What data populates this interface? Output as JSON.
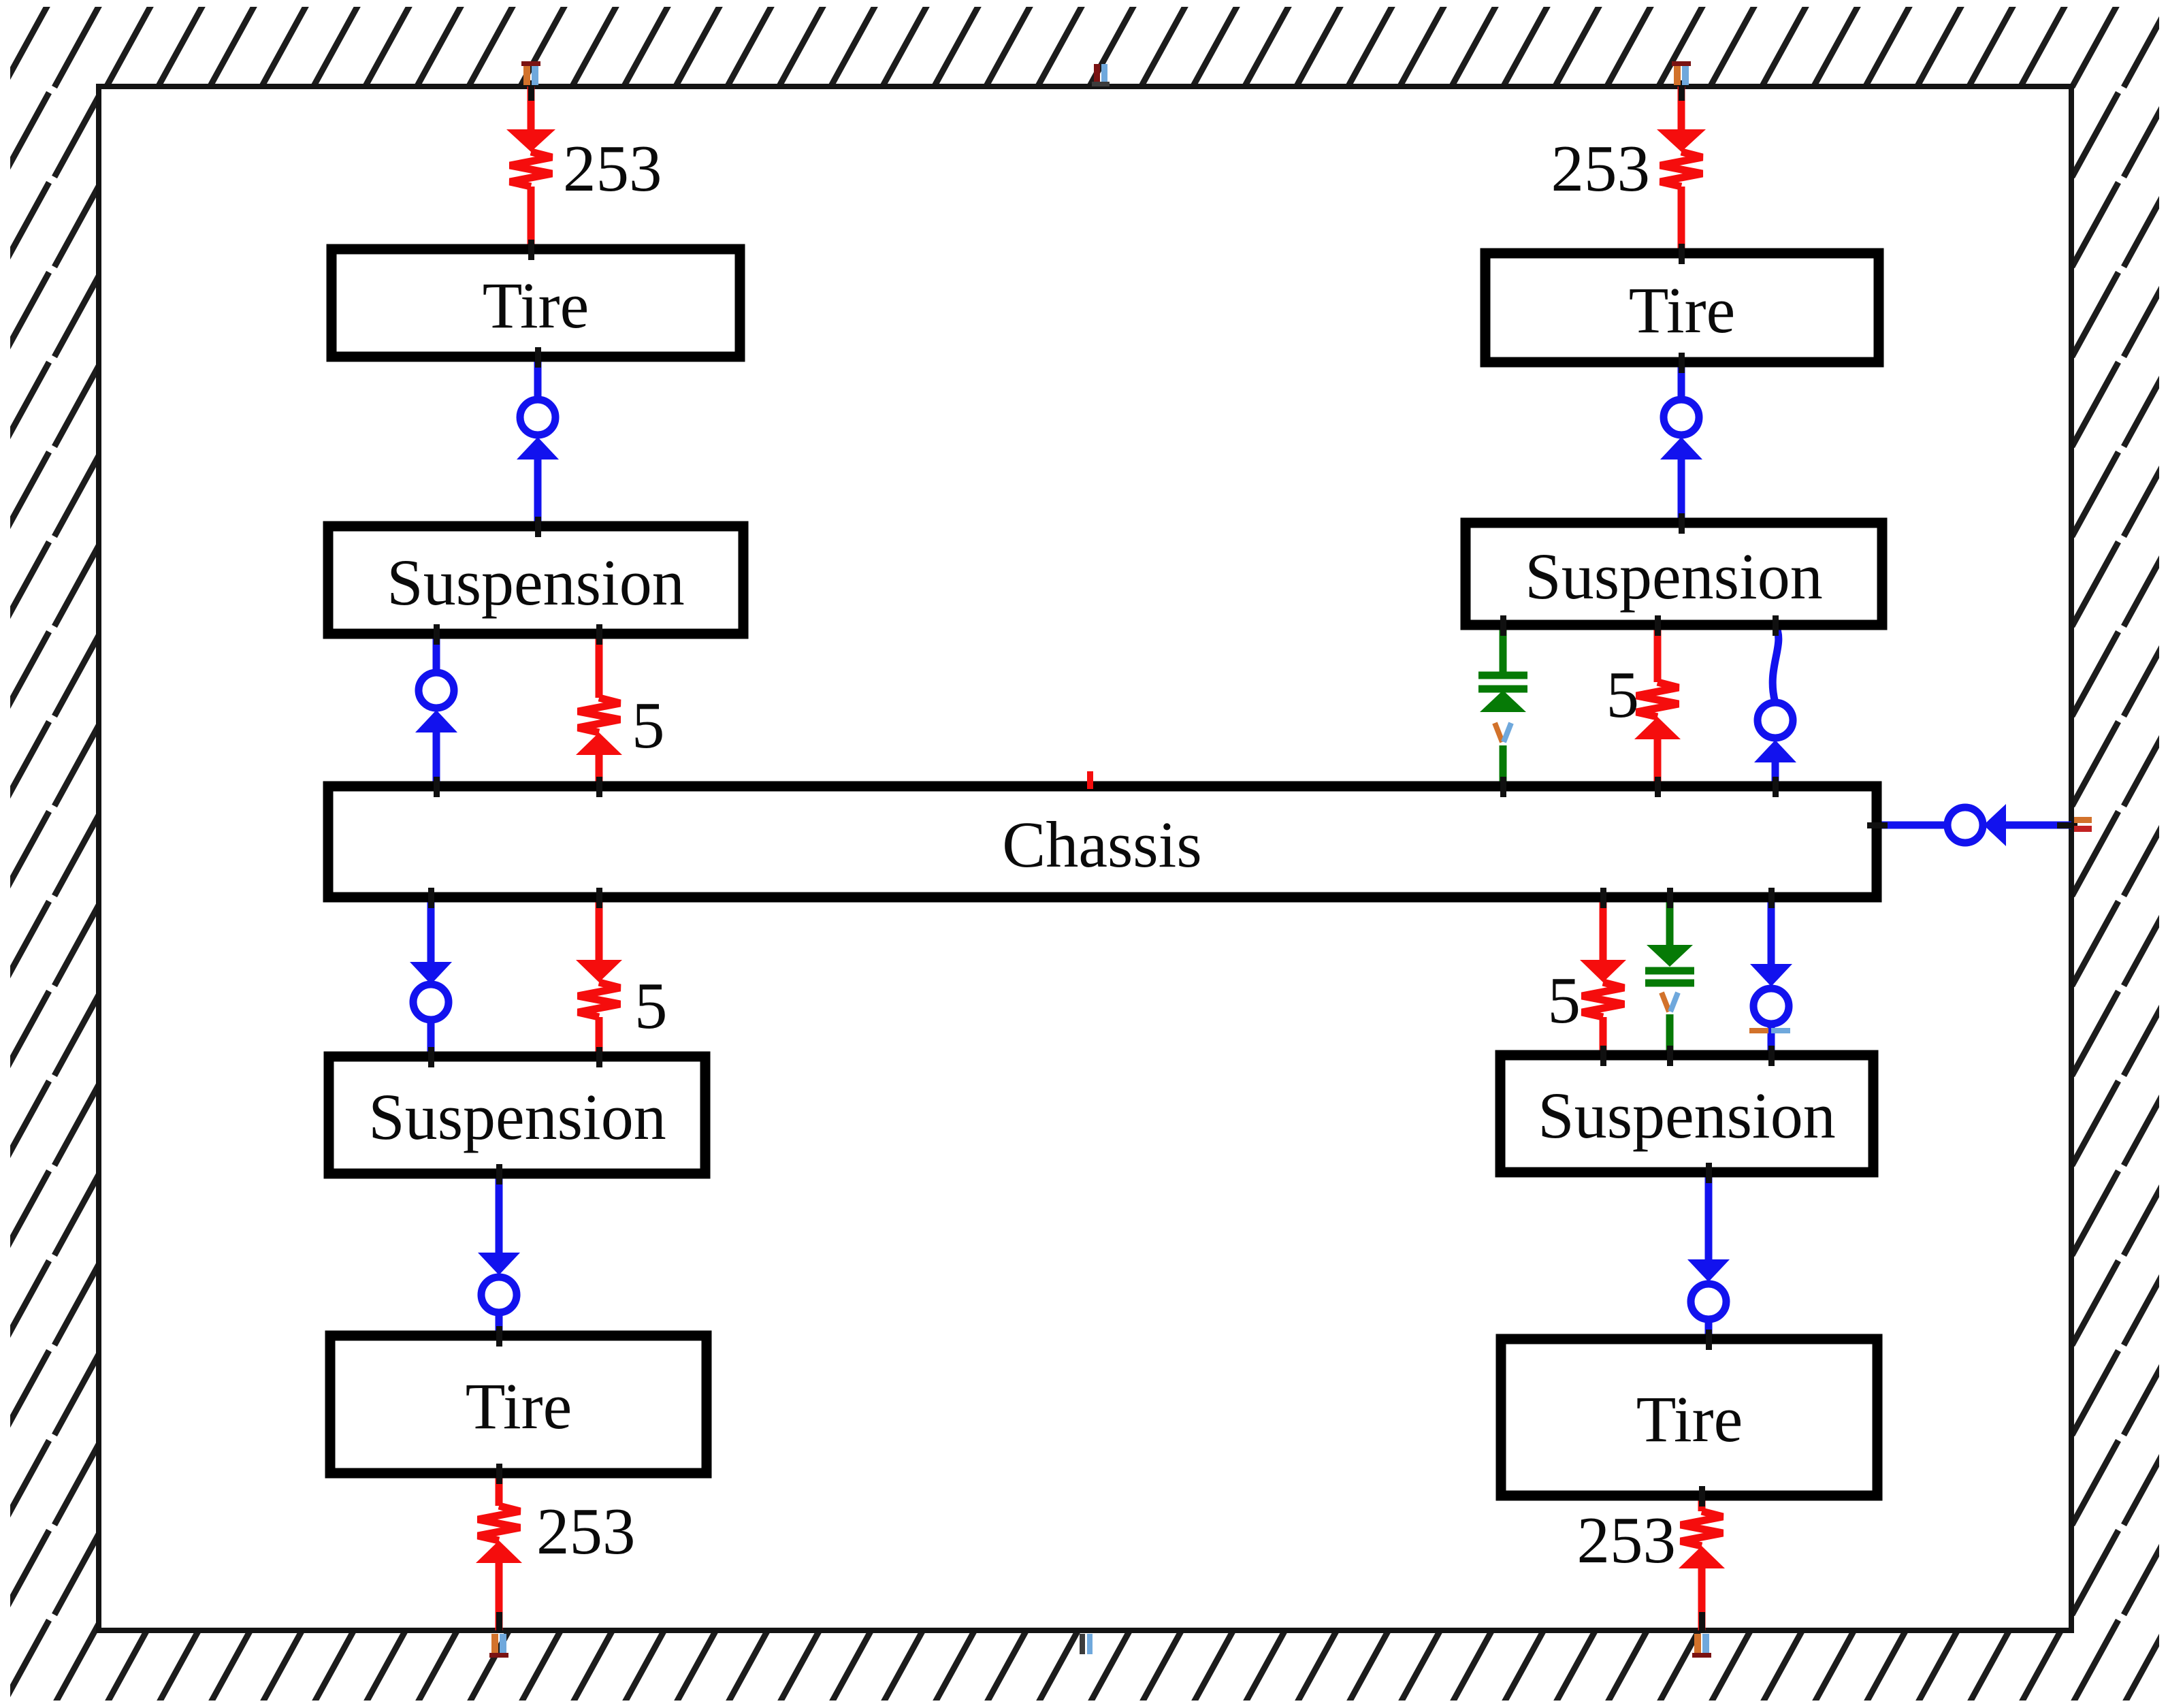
{
  "blocks": {
    "tire_top_left": {
      "label": "Tire"
    },
    "tire_top_right": {
      "label": "Tire"
    },
    "suspension_top_left": {
      "label": "Suspension"
    },
    "suspension_top_right": {
      "label": "Suspension"
    },
    "chassis": {
      "label": "Chassis"
    },
    "suspension_bottom_left": {
      "label": "Suspension"
    },
    "suspension_bottom_right": {
      "label": "Suspension"
    },
    "tire_bottom_left": {
      "label": "Tire"
    },
    "tire_bottom_right": {
      "label": "Tire"
    }
  },
  "springs": {
    "top_left_tire": {
      "value": "253"
    },
    "top_right_tire": {
      "value": "253"
    },
    "top_left_suspension": {
      "value": "5"
    },
    "top_right_suspension": {
      "value": "5"
    },
    "bottom_left_suspension": {
      "value": "5"
    },
    "bottom_right_suspension": {
      "value": "5"
    },
    "bottom_left_tire": {
      "value": "253"
    },
    "bottom_right_tire": {
      "value": "253"
    }
  },
  "colors": {
    "spring": "#f50d0d",
    "source": "#1212ee",
    "damper": "#067a06",
    "background": "#ffffff"
  }
}
